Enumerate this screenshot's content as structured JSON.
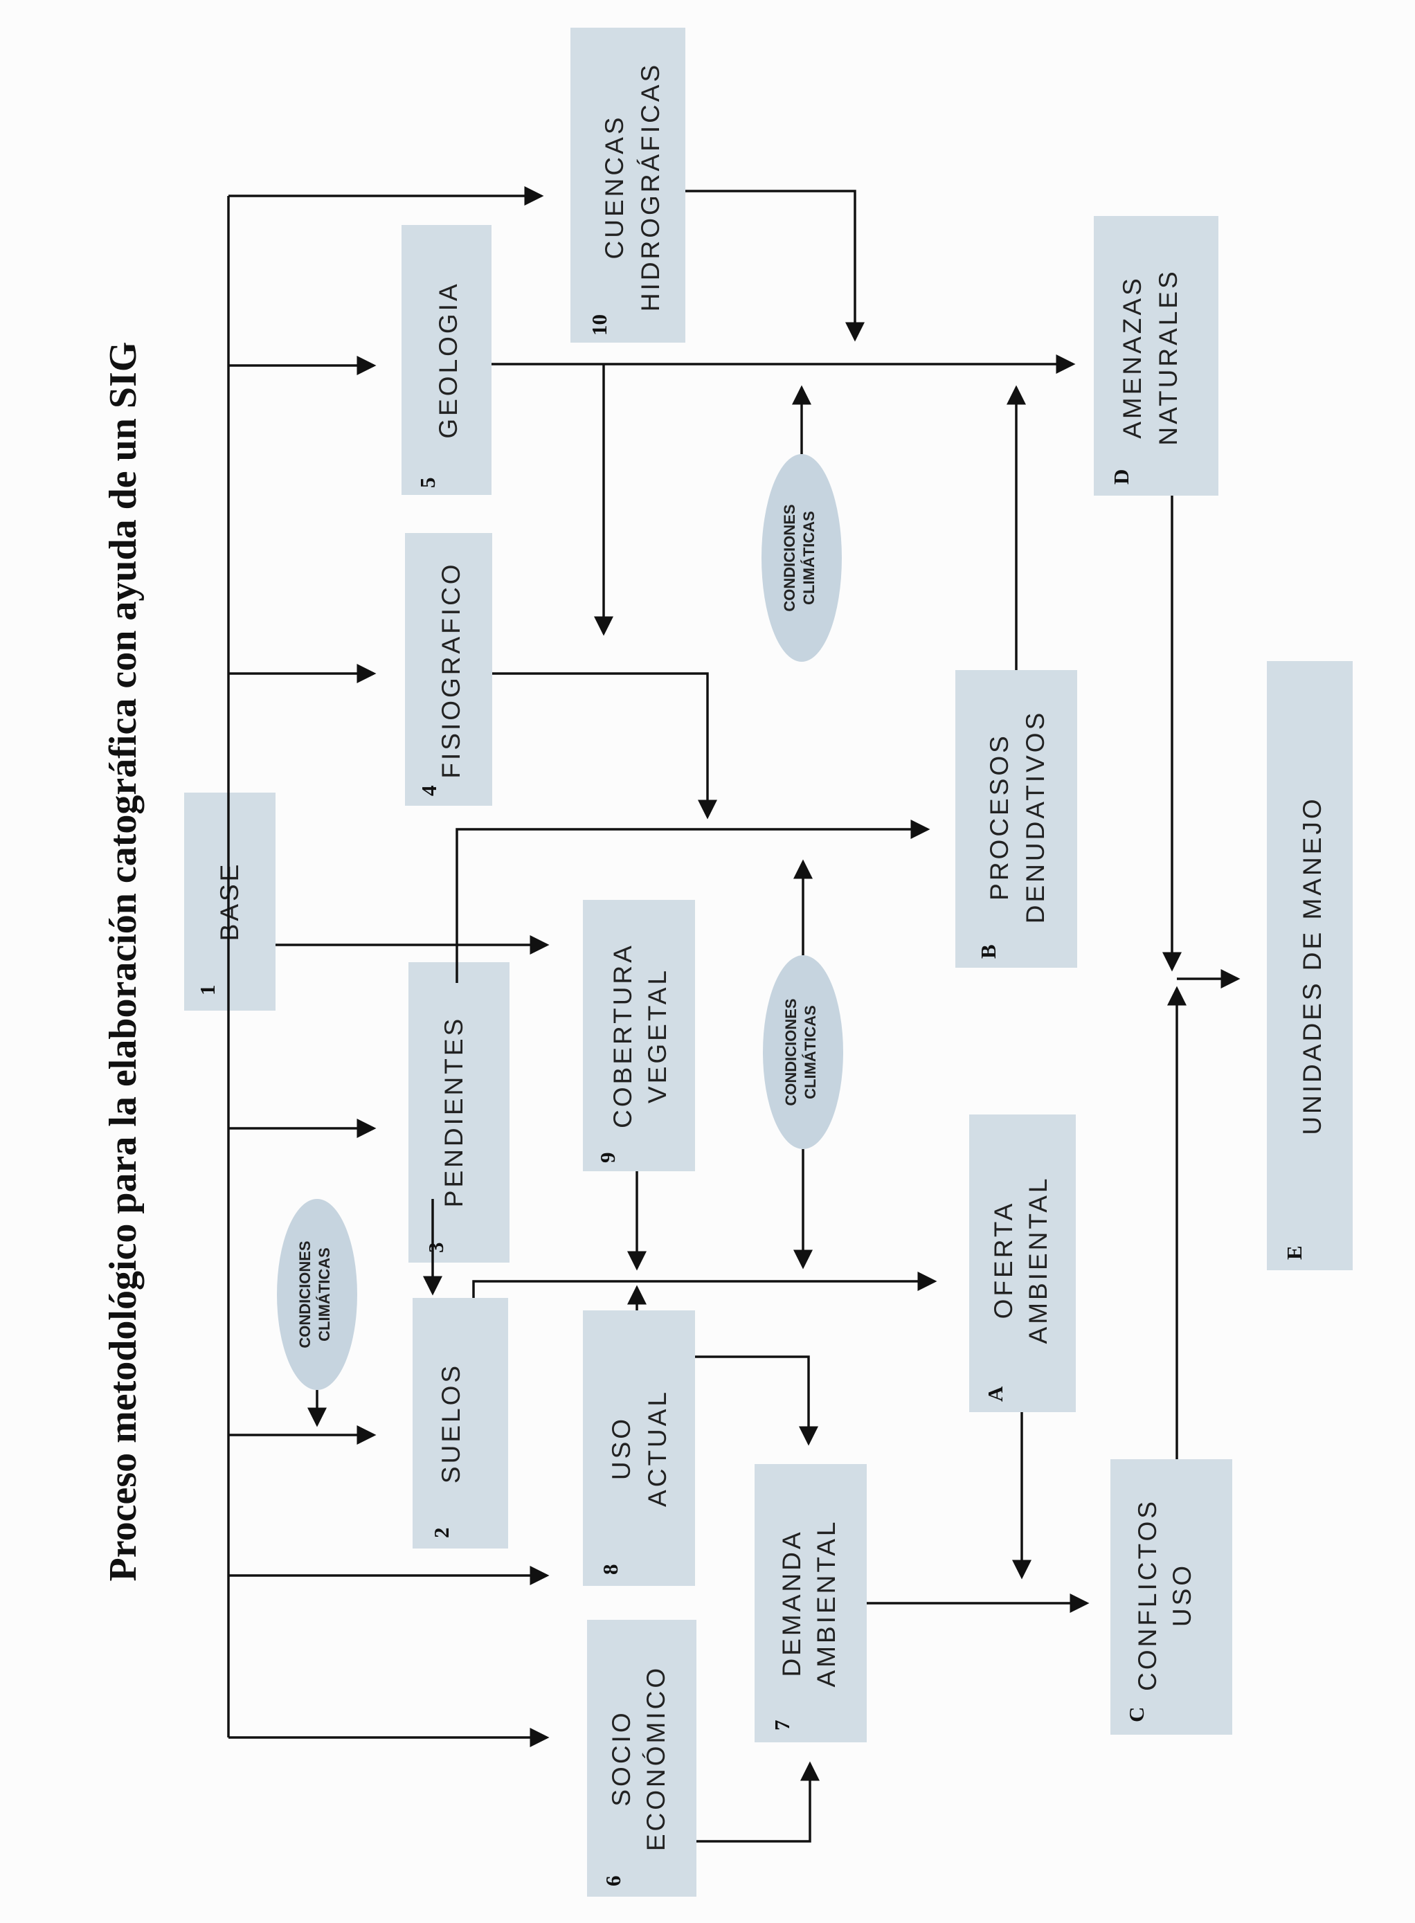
{
  "title": "Proceso metodológico para la elaboración catográfica con ayuda de un SIG",
  "nodes": {
    "base": {
      "num": "1",
      "label": "BASE"
    },
    "suelos": {
      "num": "2",
      "label": "SUELOS"
    },
    "pendientes": {
      "num": "3",
      "label": "PENDIENTES"
    },
    "fisiografico": {
      "num": "4",
      "label": "FISIOGRAFICO"
    },
    "geologia": {
      "num": "5",
      "label": "GEOLOGIA"
    },
    "socio": {
      "num": "6",
      "line1": "SOCIO",
      "line2": "ECONÓMICO"
    },
    "demanda": {
      "num": "7",
      "line1": "DEMANDA",
      "line2": "AMBIENTAL"
    },
    "uso_actual": {
      "num": "8",
      "line1": "USO",
      "line2": "ACTUAL"
    },
    "cobertura": {
      "num": "9",
      "line1": "COBERTURA",
      "line2": "VEGETAL"
    },
    "cuencas": {
      "num": "10",
      "line1": "CUENCAS",
      "line2": "HIDROGRÁFICAS"
    },
    "oferta": {
      "num": "A",
      "line1": "OFERTA",
      "line2": "AMBIENTAL"
    },
    "procesos": {
      "num": "B",
      "line1": "PROCESOS",
      "line2": "DENUDATIVOS"
    },
    "conflictos": {
      "num": "C",
      "line1": "CONFLICTOS",
      "line2": "USO"
    },
    "amenazas": {
      "num": "D",
      "line1": "AMENAZAS",
      "line2": "NATURALES"
    },
    "unidades": {
      "num": "E",
      "label": "UNIDADES DE MANEJO"
    }
  },
  "climate": {
    "line1": "CONDICIONES",
    "line2": "CLIMÁTICAS"
  }
}
